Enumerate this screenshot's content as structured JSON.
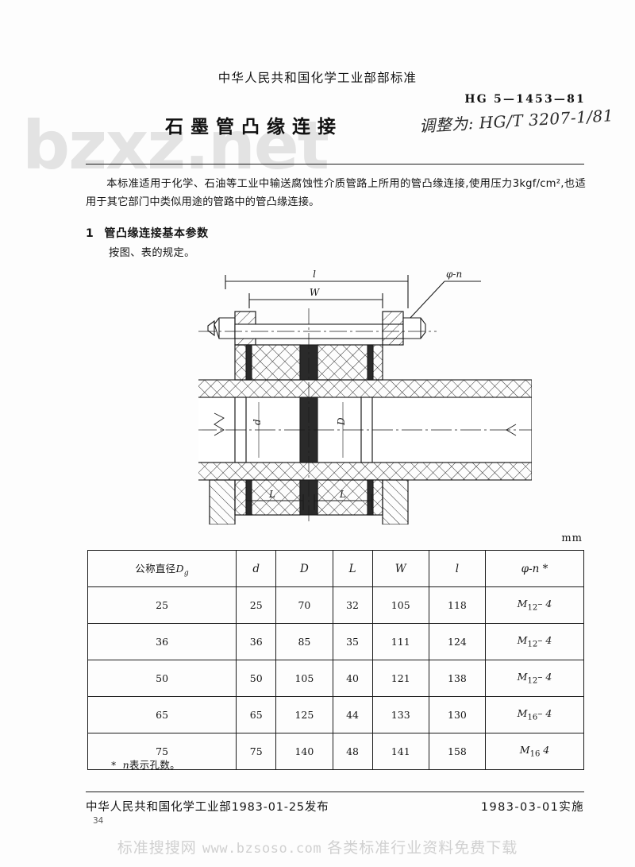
{
  "watermarks": {
    "big": "bzxz.net",
    "bottom_cn_left": "标准搜搜网",
    "bottom_url": "www.bzsoso.com",
    "bottom_cn_right": "各类标准行业资料免费下载"
  },
  "header": {
    "ministry_title": "中华人民共和国化学工业部部标准",
    "standard_number": "HG 5—1453—81",
    "doc_title": "石墨管凸缘连接",
    "handwritten_note": "调整为: HG/T 3207-1/81"
  },
  "intro": {
    "paragraph": "本标准适用于化学、石油等工业中输送腐蚀性介质管路上所用的管凸缘连接,使用压力3kgf/cm²,也适用于其它部门中类似用途的管路中的管凸缘连接。"
  },
  "section1": {
    "number": "1",
    "heading": "管凸缘连接基本参数",
    "body": "按图、表的规定。"
  },
  "drawing": {
    "labels": {
      "l": "l",
      "w": "W",
      "phi_n": "φ-n",
      "d_small": "d",
      "d_big": "D",
      "L_left": "L",
      "L_right": "L"
    }
  },
  "table": {
    "unit": "mm",
    "headers": [
      "公称直径D",
      "d",
      "D",
      "L",
      "W",
      "l",
      "φ-n *"
    ],
    "header_dg_prefix": "公称直径",
    "header_dg_symbol": "D",
    "header_dg_sub": "g",
    "rows": [
      {
        "dg": "25",
        "d": "25",
        "D": "70",
        "L": "32",
        "W": "105",
        "l": "118",
        "bolt_letter": "M",
        "bolt_size": "12",
        "bolt_n": "– 4"
      },
      {
        "dg": "36",
        "d": "36",
        "D": "85",
        "L": "35",
        "W": "111",
        "l": "124",
        "bolt_letter": "M",
        "bolt_size": "12",
        "bolt_n": "– 4"
      },
      {
        "dg": "50",
        "d": "50",
        "D": "105",
        "L": "40",
        "W": "121",
        "l": "138",
        "bolt_letter": "M",
        "bolt_size": "12",
        "bolt_n": "– 4"
      },
      {
        "dg": "65",
        "d": "65",
        "D": "125",
        "L": "44",
        "W": "133",
        "l": "130",
        "bolt_letter": "M",
        "bolt_size": "16",
        "bolt_n": "– 4"
      },
      {
        "dg": "75",
        "d": "75",
        "D": "140",
        "L": "48",
        "W": "141",
        "l": "158",
        "bolt_letter": "M",
        "bolt_size": "16",
        "bolt_n": "  4"
      }
    ]
  },
  "footnote": {
    "star": "*",
    "symbol": "n",
    "text": "表示孔数。"
  },
  "footer": {
    "publish": "中华人民共和国化学工业部1983-01-25发布",
    "implement": "1983-03-01实施",
    "page_number": "34"
  }
}
